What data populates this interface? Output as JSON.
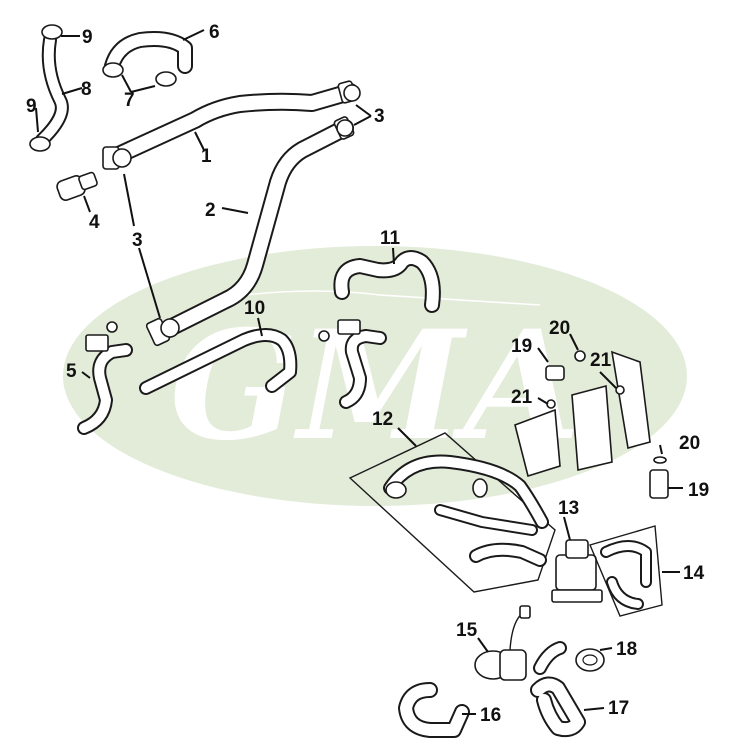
{
  "watermark": {
    "text": "GMA",
    "color": "#e3ebd9"
  },
  "callouts": [
    {
      "id": "c1",
      "label": "1"
    },
    {
      "id": "c2",
      "label": "2"
    },
    {
      "id": "c3a",
      "label": "3"
    },
    {
      "id": "c3b",
      "label": "3"
    },
    {
      "id": "c4",
      "label": "4"
    },
    {
      "id": "c5",
      "label": "5"
    },
    {
      "id": "c6",
      "label": "6"
    },
    {
      "id": "c7",
      "label": "7"
    },
    {
      "id": "c8",
      "label": "8"
    },
    {
      "id": "c9a",
      "label": "9"
    },
    {
      "id": "c9b",
      "label": "9"
    },
    {
      "id": "c10",
      "label": "10"
    },
    {
      "id": "c11",
      "label": "11"
    },
    {
      "id": "c12",
      "label": "12"
    },
    {
      "id": "c13",
      "label": "13"
    },
    {
      "id": "c14",
      "label": "14"
    },
    {
      "id": "c15",
      "label": "15"
    },
    {
      "id": "c16",
      "label": "16"
    },
    {
      "id": "c17",
      "label": "17"
    },
    {
      "id": "c18",
      "label": "18"
    },
    {
      "id": "c19a",
      "label": "19"
    },
    {
      "id": "c19b",
      "label": "19"
    },
    {
      "id": "c20a",
      "label": "20"
    },
    {
      "id": "c20b",
      "label": "20"
    },
    {
      "id": "c21a",
      "label": "21"
    },
    {
      "id": "c21b",
      "label": "21"
    }
  ]
}
